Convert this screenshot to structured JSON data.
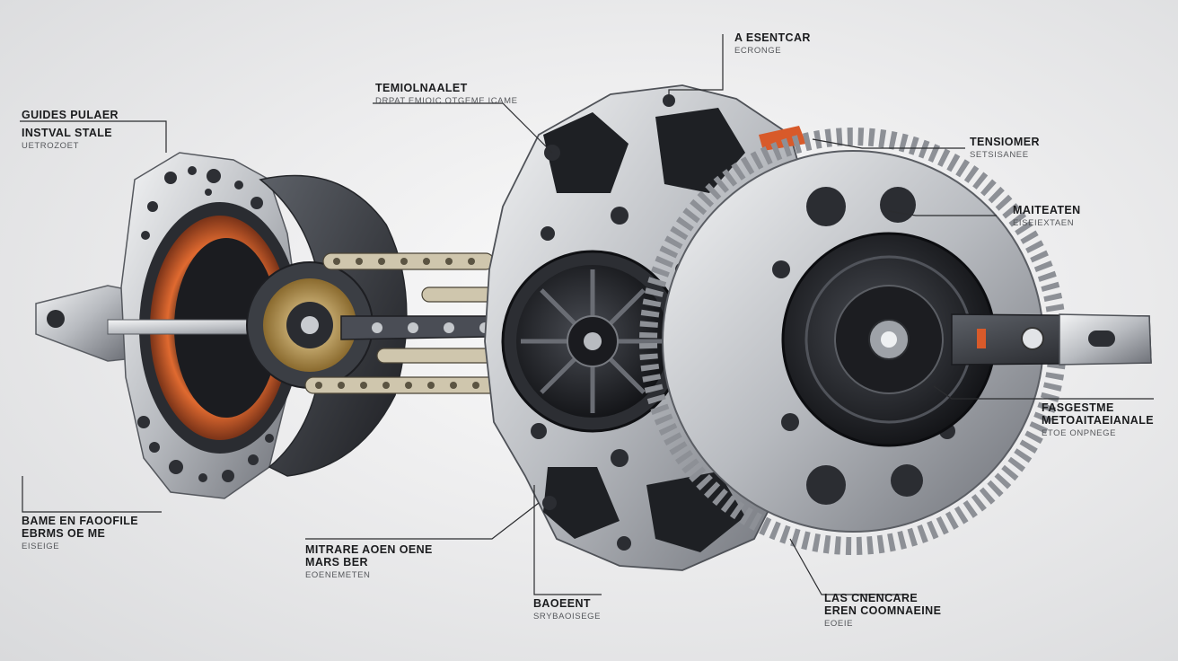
{
  "callouts": [
    {
      "id": "guides-pulaer",
      "title": "GUIDES PULAER",
      "lines": [
        "INSTVAL STALE"
      ],
      "sub": "UETROZOET"
    },
    {
      "id": "temiolnaalet",
      "title": "TEMIOLNAALET",
      "lines": [],
      "sub": "DRPAT EMIOIC OTGEME ICAME"
    },
    {
      "id": "a-esentcar",
      "title": "A ESENTCAR",
      "lines": [],
      "sub": "ECRONGE"
    },
    {
      "id": "tensiomer",
      "title": "TENSIOMER",
      "lines": [],
      "sub": "SETSISANEE"
    },
    {
      "id": "maiteaten",
      "title": "MAITEATEN",
      "lines": [],
      "sub": "EISEIEXTAEN"
    },
    {
      "id": "fasgestme",
      "title": "FASGESTME",
      "lines": [
        "METOAITAEIANALE"
      ],
      "sub": "ETOE ONPNEGE"
    },
    {
      "id": "bame-en",
      "title": "BAME EN FAOOFILE",
      "lines": [
        "EBRMS OE ME"
      ],
      "sub": "EISEIGE"
    },
    {
      "id": "mitrare",
      "title": "MITRARE AOEN OENE",
      "lines": [
        "MARS BER"
      ],
      "sub": "EOENEMETEN"
    },
    {
      "id": "baoeent",
      "title": "BAOEENT",
      "lines": [],
      "sub": "SRYBAOISEGE"
    },
    {
      "id": "las-cnenca",
      "title": "LAS CNENCARE",
      "lines": [
        "EREN COOMNAEINE"
      ],
      "sub": "EOEIE"
    }
  ],
  "colors": {
    "metal_light": "#d8dadd",
    "metal_mid": "#9ea2a8",
    "metal_dark": "#3c3f45",
    "black": "#141518",
    "copper": "#d8602b",
    "chain": "#c9bfa6",
    "leader": "#2b2c2f"
  }
}
